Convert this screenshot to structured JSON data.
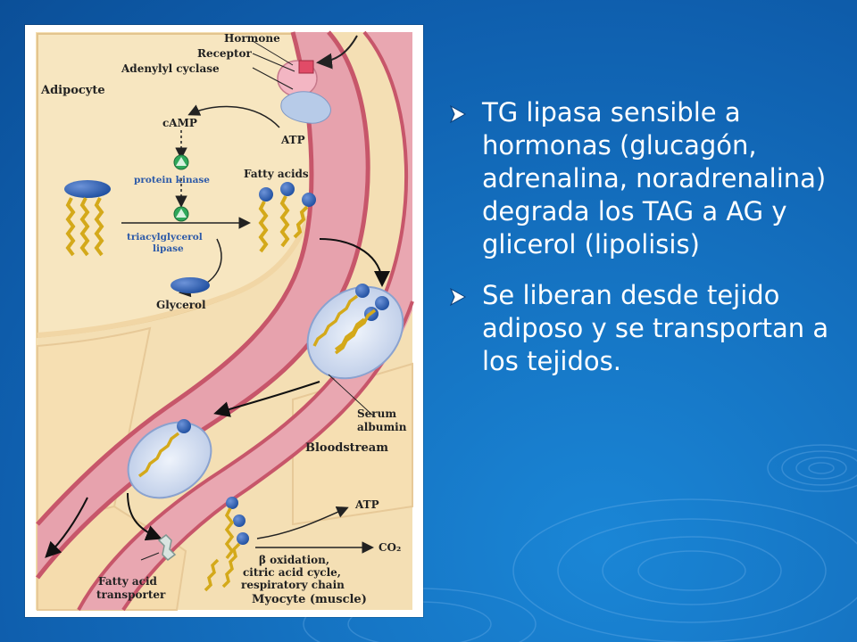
{
  "slide": {
    "bullets": [
      {
        "text": "TG lipasa sensible a hormonas  (glucagón, adrenalina, noradrenalina) degrada los TAG a AG y glicerol (lipolisis)"
      },
      {
        "text": "Se liberan desde tejido adiposo y se transportan a los tejidos."
      }
    ]
  },
  "diagram": {
    "labels": {
      "hormone": "Hormone",
      "receptor": "Receptor",
      "adenylyl_cyclase": "Adenylyl cyclase",
      "adipocyte": "Adipocyte",
      "camp": "cAMP",
      "atp_top": "ATP",
      "protein_kinase": "protein kinase",
      "fatty_acids": "Fatty acids",
      "tag_lipase_1": "triacylglycerol",
      "tag_lipase_2": "lipase",
      "glycerol": "Glycerol",
      "serum_albumin_1": "Serum",
      "serum_albumin_2": "albumin",
      "bloodstream": "Bloodstream",
      "atp_bottom": "ATP",
      "co2": "CO₂",
      "beta_ox_1": "β oxidation,",
      "beta_ox_2": "citric acid cycle,",
      "beta_ox_3": "respiratory chain",
      "fa_transporter_1": "Fatty acid",
      "fa_transporter_2": "transporter",
      "myocyte": "Myocyte (muscle)"
    }
  }
}
